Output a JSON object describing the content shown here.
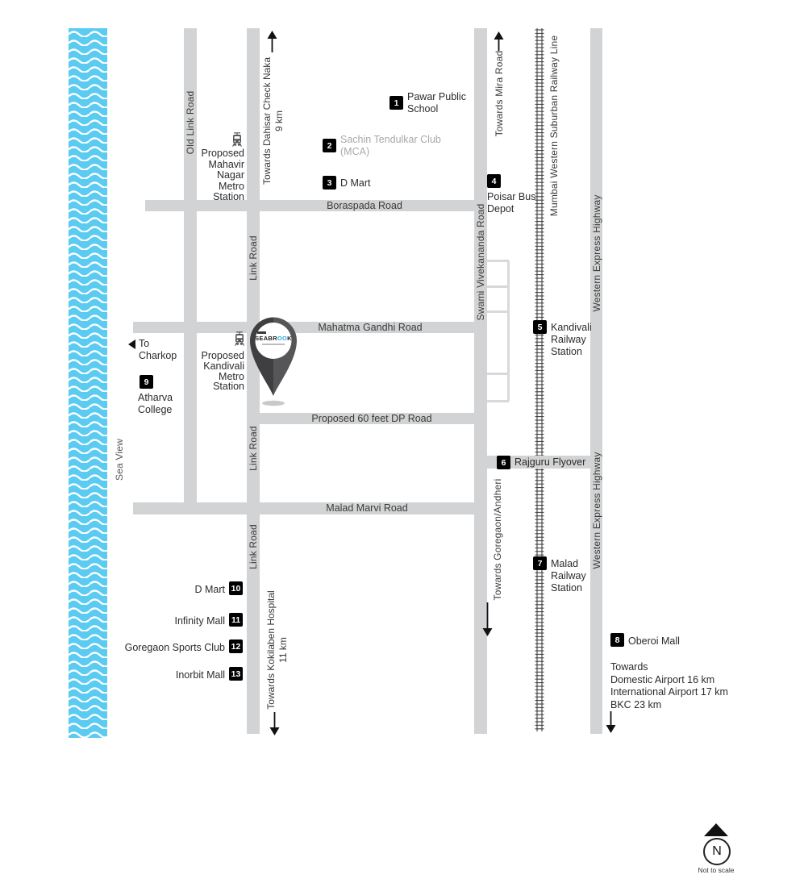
{
  "colors": {
    "sea": "#5CCBF1",
    "road": "#D2D3D4",
    "badge_bg": "#000000",
    "badge_text": "#FFFFFF",
    "pin_dark": "#454547",
    "logo_blue": "#29ABE2",
    "muted_text": "#A7A9AC"
  },
  "sea": {
    "label": "Sea View"
  },
  "roads": {
    "old_link": "Old Link Road",
    "link": "Link Road",
    "boraspada": "Boraspada Road",
    "mg": "Mahatma Gandhi Road",
    "dp": "Proposed 60 feet DP Road",
    "malad_marvi": "Malad Marvi Road",
    "sv": "Swami Vivekananda Road",
    "weh": "Western Express Highway",
    "railway": "Mumbai Western Suburban Railway Line"
  },
  "directions": {
    "dahisar": "Towards Dahisar Check Naka\n9 km",
    "mira": "Towards Mira Road",
    "goregaon": "Towards Goregaon/Andheri",
    "kokilaben": "Towards Kokilaben Hospital\n11 km",
    "charkop": "To\nCharkop",
    "airports": "Towards\nDomestic Airport 16 km\nInternational Airport 17 km\nBKC 23 km"
  },
  "stations": {
    "mahavir": "Proposed\nMahavir\nNagar\nMetro\nStation",
    "kandivali": "Proposed\nKandivali\nMetro\nStation"
  },
  "landmarks": [
    {
      "num": "1",
      "label": "Pawar Public\nSchool"
    },
    {
      "num": "2",
      "label": "Sachin Tendulkar Club\n(MCA)"
    },
    {
      "num": "3",
      "label": "D Mart"
    },
    {
      "num": "4",
      "label": "Poisar Bus\nDepot"
    },
    {
      "num": "5",
      "label": "Kandivali\nRailway\nStation"
    },
    {
      "num": "6",
      "label": "Rajguru Flyover"
    },
    {
      "num": "7",
      "label": "Malad\nRailway\nStation"
    },
    {
      "num": "8",
      "label": "Oberoi Mall"
    },
    {
      "num": "9",
      "label": "Atharva\nCollege"
    },
    {
      "num": "10",
      "label": "D Mart"
    },
    {
      "num": "11",
      "label": "Infinity Mall"
    },
    {
      "num": "12",
      "label": "Goregaon Sports Club"
    },
    {
      "num": "13",
      "label": "Inorbit Mall"
    }
  ],
  "pin": {
    "logo_pre": "SEABR",
    "logo_o": "OO",
    "logo_post": "K"
  },
  "compass": {
    "letter": "N",
    "note": "Not to scale"
  }
}
